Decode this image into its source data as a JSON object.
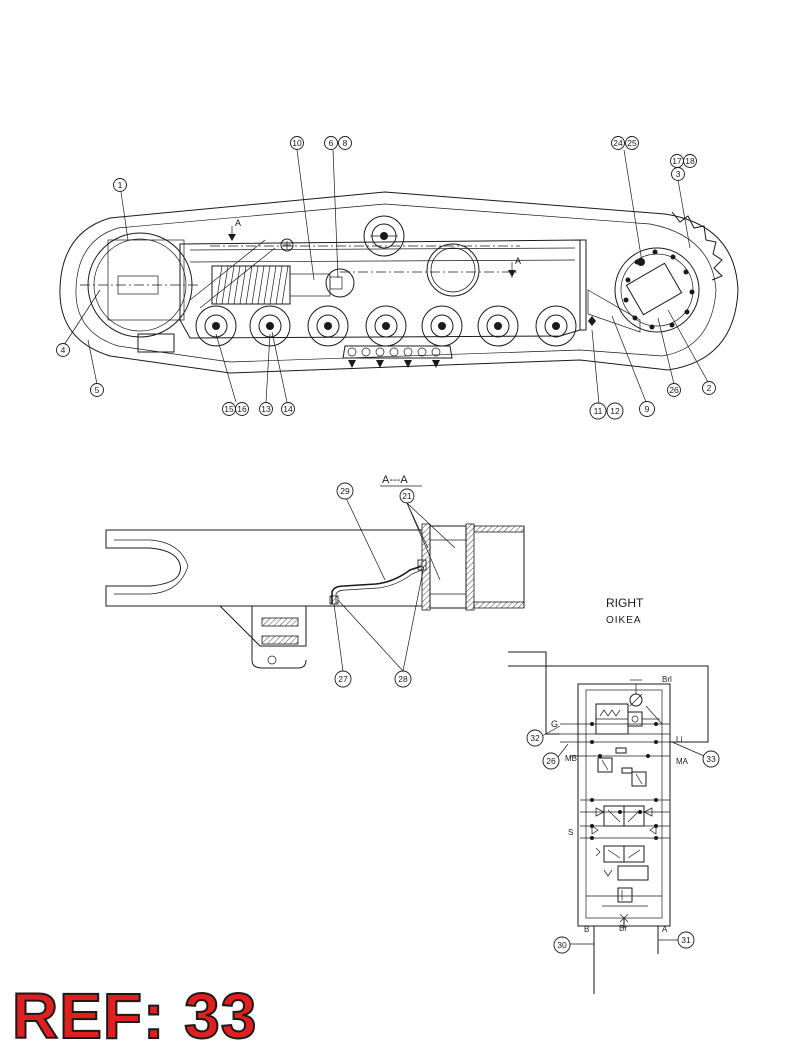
{
  "undercarriage": {
    "callouts": [
      "1",
      "10",
      "6",
      "8",
      "24",
      "25",
      "17",
      "18",
      "3",
      "4",
      "5",
      "15",
      "16",
      "13",
      "14",
      "11",
      "12",
      "9",
      "26",
      "2"
    ],
    "section_marker": "A"
  },
  "section_view": {
    "title": "A---A",
    "callouts": [
      "29",
      "21",
      "27",
      "28"
    ]
  },
  "hydraulic_schematic": {
    "side_label": "RIGHT",
    "side_label_alt": "ΟΙΚΕΑ",
    "callouts": [
      "32",
      "26",
      "33",
      "30",
      "31"
    ],
    "port_labels": {
      "G": "G",
      "Brl": "Brl",
      "Li": "Li",
      "MB": "MB",
      "MA": "MA",
      "S": "S",
      "B": "B",
      "Br": "Br",
      "A": "A"
    }
  },
  "reference": {
    "label": "REF: 33"
  }
}
